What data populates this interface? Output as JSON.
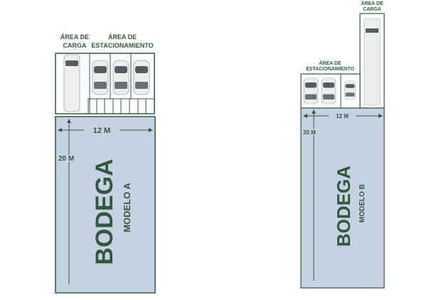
{
  "colors": {
    "green": "#2f5b3c",
    "building": "#c6d1e2",
    "vehicle": "#e9ecef"
  },
  "model_a": {
    "loading_label_1": "ÁREA DE",
    "loading_label_2": "CARGA",
    "parking_label_1": "ÁREA DE",
    "parking_label_2": "ESTACIONAMIENTO",
    "width": "12 M",
    "length": "20 M",
    "title": "BODEGA",
    "subtitle": "MODELO A"
  },
  "model_b": {
    "loading_label_1": "ÁREA DE",
    "loading_label_2": "CARGA",
    "parking_label_1": "ÁREA DE",
    "parking_label_2": "ESTACIONAMIENTO",
    "width": "12 M",
    "length": "35 M",
    "title": "BODEGA",
    "subtitle": "MODELO B"
  }
}
